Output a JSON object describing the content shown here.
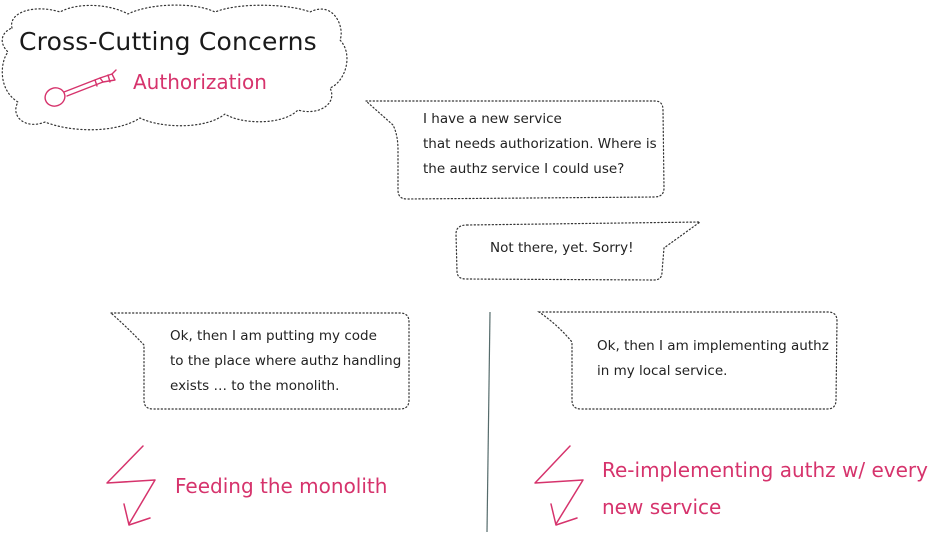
{
  "header": {
    "title": "Cross-Cutting Concerns",
    "subtitle": "Authorization",
    "icon": "key-icon",
    "accent_color": "#d6336c"
  },
  "bubbles": {
    "question": {
      "lines": [
        "I have a new service",
        "that needs authorization. Where is",
        "the authz service I could use?"
      ]
    },
    "answer": {
      "lines": [
        "Not there, yet. Sorry!"
      ]
    },
    "left_option": {
      "lines": [
        "Ok, then I am putting my code",
        "to the place where authz handling",
        "exists … to the monolith."
      ]
    },
    "right_option": {
      "lines": [
        "Ok, then I am implementing authz",
        "in my local service."
      ]
    }
  },
  "consequences": {
    "left": {
      "text": "Feeding the monolith",
      "icon": "lightning-arrow-icon"
    },
    "right": {
      "lines": [
        "Re-implementing authz w/ every",
        "new service"
      ],
      "icon": "lightning-arrow-icon"
    }
  }
}
